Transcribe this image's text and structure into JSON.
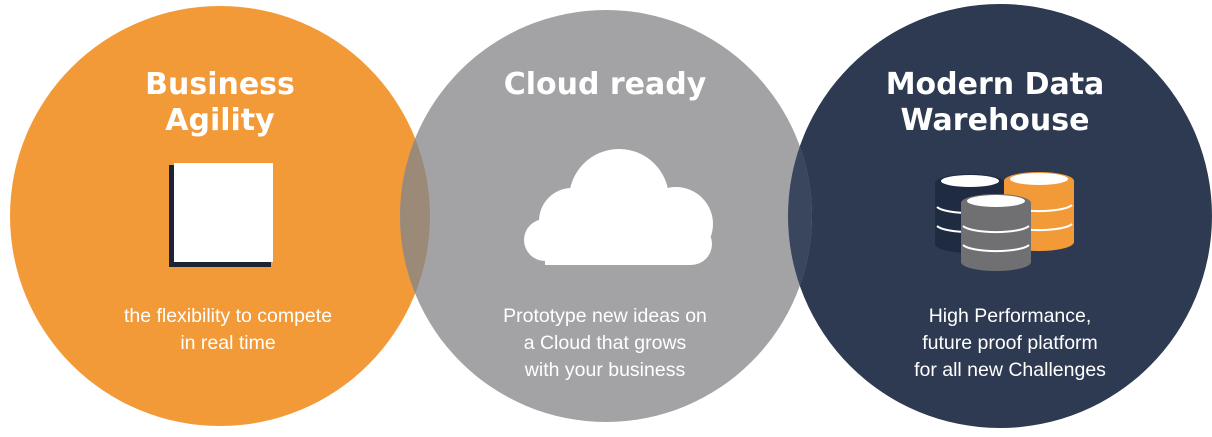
{
  "colors": {
    "business_agility": "#f29a38",
    "cloud_ready": "#a3a3a6",
    "modern_data_warehouse": "#2e3a52",
    "overlap_orange_gray": "#9c8a78",
    "overlap_gray_navy": "#3a465e",
    "text": "#ffffff"
  },
  "circles": [
    {
      "title": "Business\nAgility",
      "icon": "square-icon",
      "description": "the flexibility to compete\nin real time"
    },
    {
      "title": "Cloud ready",
      "icon": "cloud-icon",
      "description": "Prototype new ideas on\na Cloud that grows\nwith your business"
    },
    {
      "title": "Modern Data\nWarehouse",
      "icon": "database-stacks-icon",
      "description": "High Performance,\nfuture proof platform\nfor all new Challenges"
    }
  ]
}
